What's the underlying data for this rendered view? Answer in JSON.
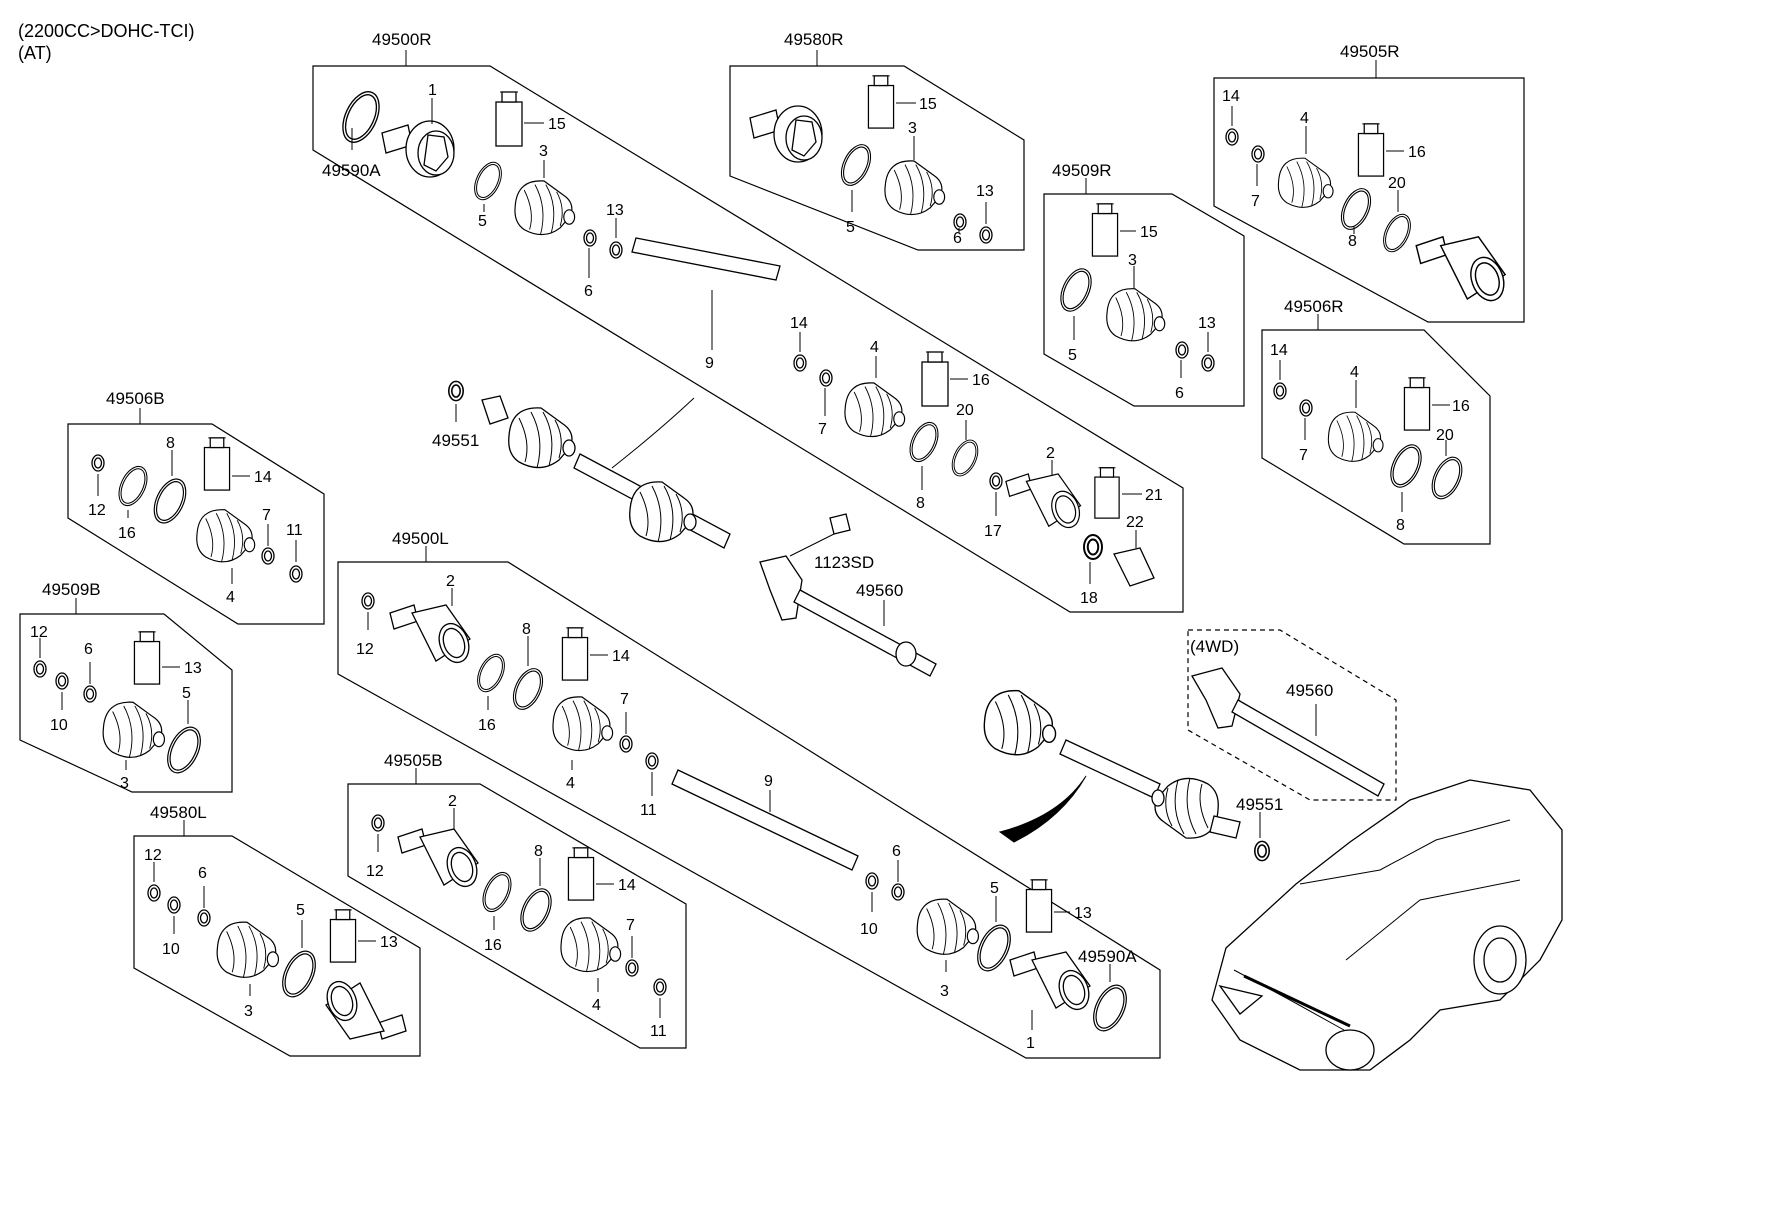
{
  "header": {
    "line1": "(2200CC>DOHC-TCI)",
    "line2": "(AT)"
  },
  "kit_4wd": "(4WD)",
  "groups": {
    "g49500R": "49500R",
    "g49580R": "49580R",
    "g49505R": "49505R",
    "g49509R": "49509R",
    "g49506R": "49506R",
    "g49506B": "49506B",
    "g49509B": "49509B",
    "g49500L": "49500L",
    "g49505B": "49505B",
    "g49580L": "49580L"
  },
  "part_labels": {
    "p49590A": "49590A",
    "p49551": "49551",
    "p1123SD": "1123SD",
    "p49560": "49560"
  },
  "callouts": {
    "n1": "1",
    "n2": "2",
    "n3": "3",
    "n4": "4",
    "n5": "5",
    "n6": "6",
    "n7": "7",
    "n8": "8",
    "n9": "9",
    "n10": "10",
    "n11": "11",
    "n12": "12",
    "n13": "13",
    "n14": "14",
    "n15": "15",
    "n16": "16",
    "n17": "17",
    "n18": "18",
    "n20": "20",
    "n21": "21",
    "n22": "22"
  },
  "icons": [
    "drive-shaft-icon",
    "cv-joint-icon",
    "boot-icon",
    "grease-tube-icon",
    "clamp-ring-icon",
    "vehicle-silhouette-icon"
  ]
}
